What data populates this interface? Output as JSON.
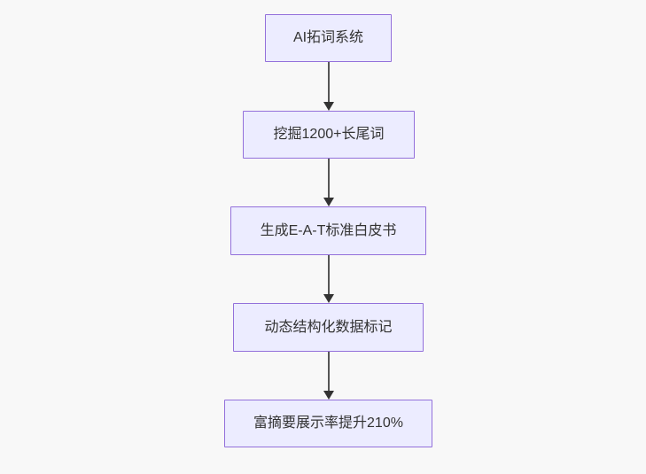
{
  "diagram": {
    "type": "flowchart",
    "direction": "top-to-bottom",
    "nodes": [
      {
        "id": "A",
        "label": "AI拓词系统"
      },
      {
        "id": "B",
        "label": "挖掘1200+长尾词"
      },
      {
        "id": "C",
        "label": "生成E-A-T标准白皮书"
      },
      {
        "id": "D",
        "label": "动态结构化数据标记"
      },
      {
        "id": "E",
        "label": "富摘要展示率提升210%"
      }
    ],
    "edges": [
      {
        "from": "A",
        "to": "B"
      },
      {
        "from": "B",
        "to": "C"
      },
      {
        "from": "C",
        "to": "D"
      },
      {
        "from": "D",
        "to": "E"
      }
    ],
    "colors": {
      "node_fill": "#ECECFF",
      "node_border": "#9370DB",
      "node_text": "#333333",
      "arrow_line": "#555555",
      "arrowhead": "#333333",
      "background": "#F8F8F8"
    }
  }
}
